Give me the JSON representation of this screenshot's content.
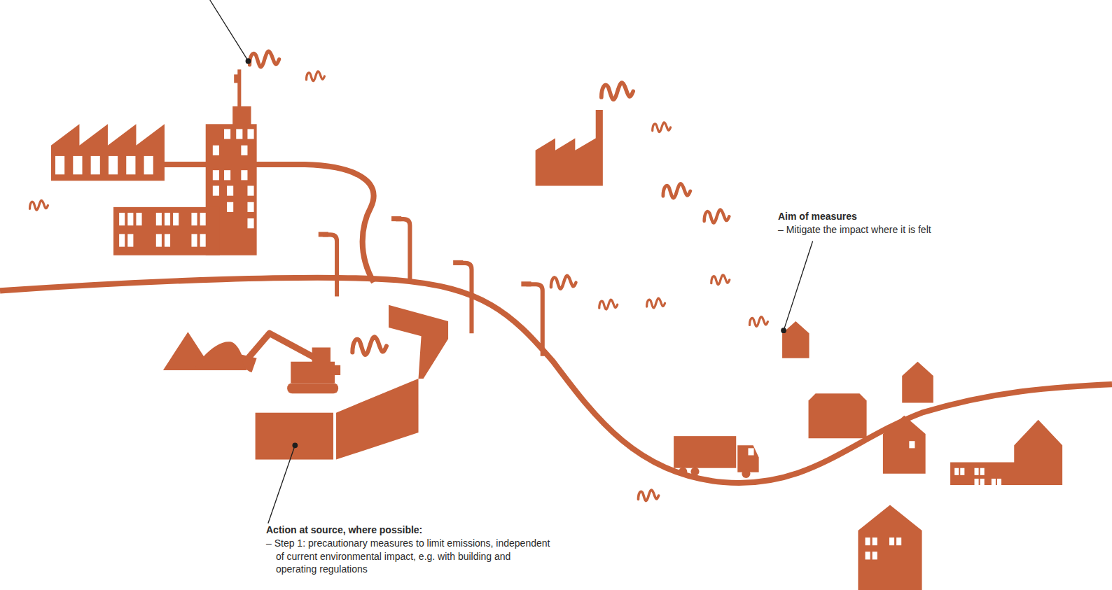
{
  "diagram": {
    "labels": [
      "Aim of measures",
      "– Mitigate the impact where it is felt",
      "Action at source, where possible:",
      "– Step 1: precautionary measures to limit emissions, independent of current environmental impact, e.g. with building and operating regulations"
    ]
  }
}
